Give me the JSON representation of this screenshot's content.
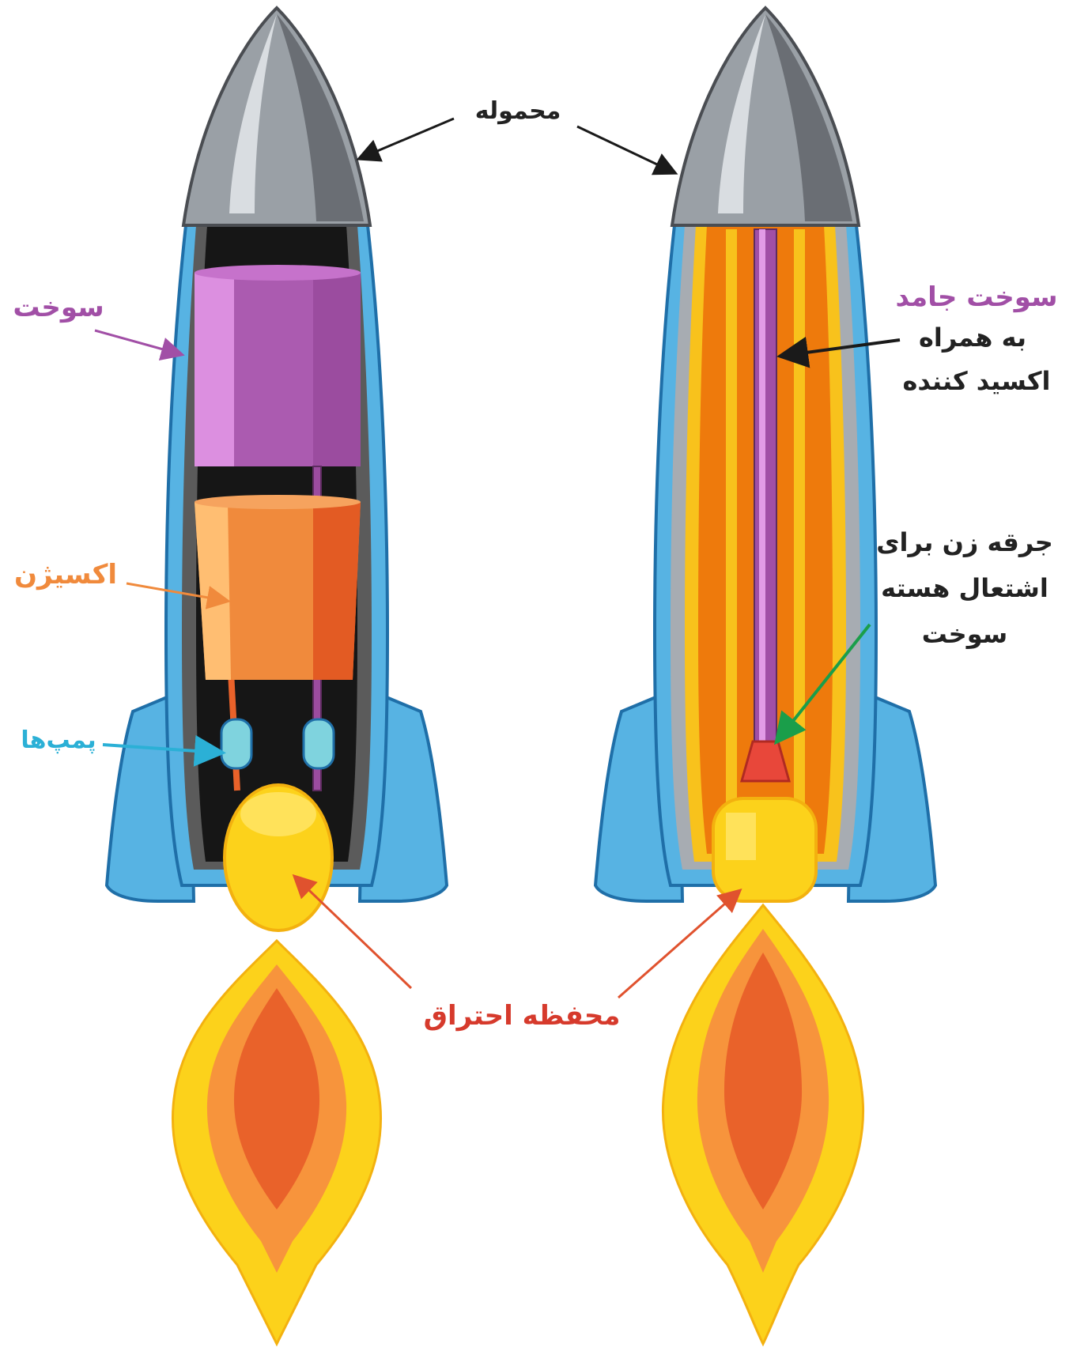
{
  "colors": {
    "payload_text": "#222222",
    "fuel": "#a14fa6",
    "oxygen": "#f08a3c",
    "pumps": "#2bb0d6",
    "combustion": "#d63a2c",
    "igniter": "#1a9e4a",
    "black": "#1a1a1a"
  },
  "labels": {
    "payload": "محموله",
    "fuel": "سوخت",
    "oxygen": "اکسیژن",
    "pumps": "پمپ‌ها",
    "combustion": "محفظه احتراق",
    "solid_fuel": "سوخت جامد",
    "with_oxidizer_line1": "به همراه",
    "with_oxidizer_line2": "اکسید کننده",
    "igniter_line1": "جرقه زن برای",
    "igniter_line2": "اشتعال هسته",
    "igniter_line3": "سوخت"
  }
}
